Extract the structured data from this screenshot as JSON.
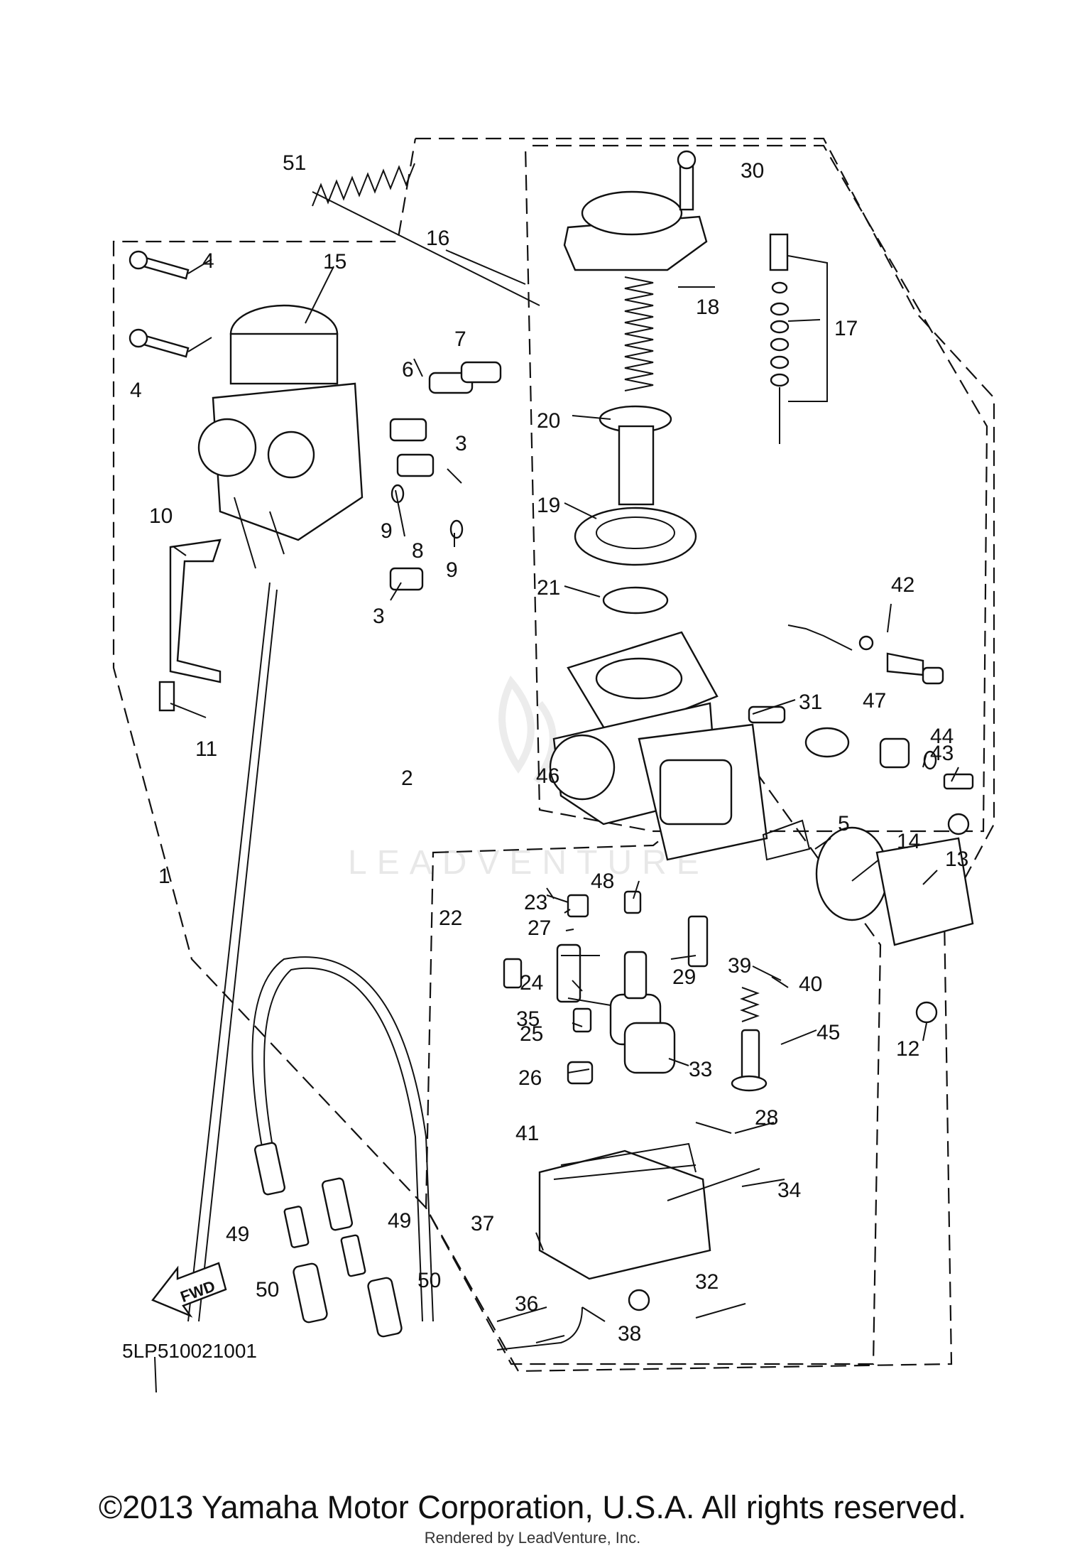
{
  "diagram": {
    "callouts": [
      "1",
      "2",
      "3",
      "3",
      "4",
      "4",
      "5",
      "6",
      "7",
      "8",
      "9",
      "9",
      "10",
      "11",
      "12",
      "13",
      "14",
      "15",
      "16",
      "17",
      "18",
      "19",
      "20",
      "21",
      "22",
      "23",
      "24",
      "25",
      "26",
      "27",
      "28",
      "29",
      "30",
      "31",
      "32",
      "33",
      "34",
      "35",
      "36",
      "37",
      "38",
      "39",
      "40",
      "41",
      "42",
      "43",
      "44",
      "45",
      "46",
      "47",
      "48",
      "49",
      "49",
      "50",
      "50",
      "51"
    ],
    "diagram_code": "5LP510021001",
    "direction_label": "FWD",
    "watermark": "LEADVENTURE"
  },
  "footer": {
    "copyright": "©2013 Yamaha Motor Corporation, U.S.A. All rights reserved.",
    "rendered_by": "Rendered by LeadVenture, Inc."
  }
}
